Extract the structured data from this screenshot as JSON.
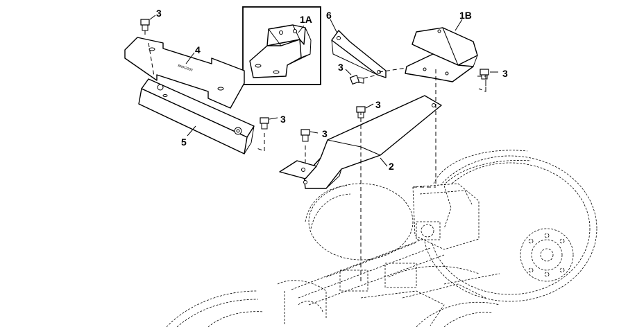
{
  "callouts": {
    "c_1a": "1A",
    "c_1b": "1B",
    "c_2": "2",
    "c_3_top_left": "3",
    "c_3_near_5": "3",
    "c_3_plate_2_left": "3",
    "c_3_plate_2_top": "3",
    "c_3_near_6": "3",
    "c_3_right": "3",
    "c_4": "4",
    "c_5": "5",
    "c_6": "6"
  },
  "plate_marking": "BMK2000"
}
